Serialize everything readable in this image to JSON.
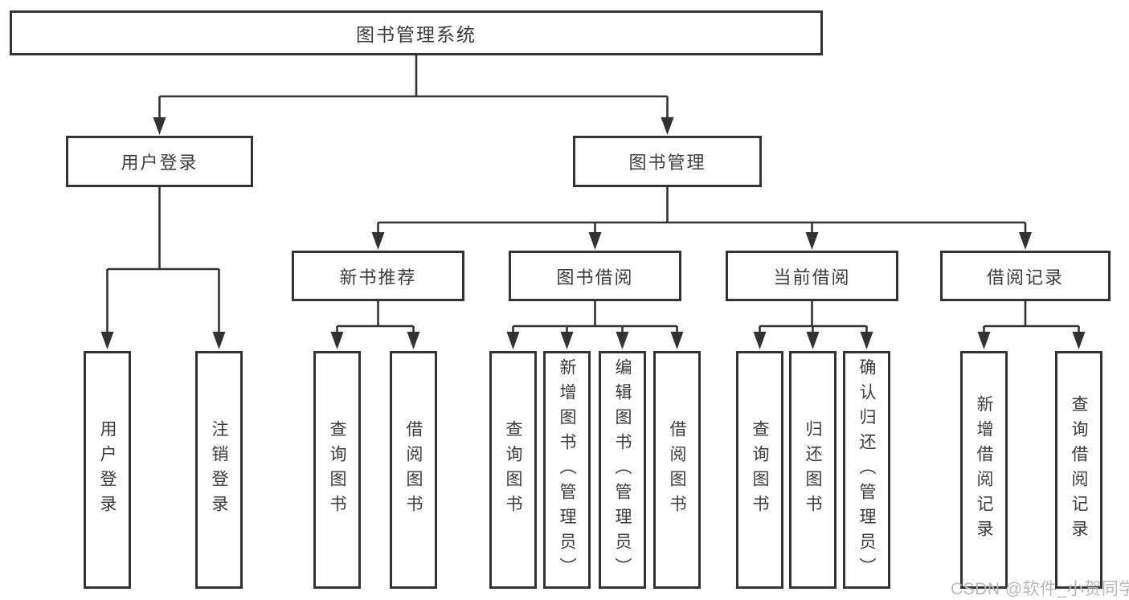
{
  "colors": {
    "line": "#333333",
    "box_border": "#333333",
    "text": "#3b3b3b",
    "background": "#ffffff",
    "watermark_text": "#b9b9b9"
  },
  "watermark": {
    "text": "CSDN @软件_小贺同学"
  },
  "diagram": {
    "root": {
      "label": "图书管理系统"
    },
    "level1": [
      {
        "label": "用户登录"
      },
      {
        "label": "图书管理"
      }
    ],
    "level2": [
      {
        "label": "新书推荐"
      },
      {
        "label": "图书借阅"
      },
      {
        "label": "当前借阅"
      },
      {
        "label": "借阅记录"
      }
    ],
    "leaves": {
      "user_login": [
        {
          "label": "用户登录"
        },
        {
          "label": "注销登录"
        }
      ],
      "new_books": [
        {
          "label": "查询图书"
        },
        {
          "label": "借阅图书"
        }
      ],
      "book_borrow": [
        {
          "label": "查询图书"
        },
        {
          "label": "新增图书（管理员）"
        },
        {
          "label": "编辑图书（管理员）"
        },
        {
          "label": "借阅图书"
        }
      ],
      "current_borrow": [
        {
          "label": "查询图书"
        },
        {
          "label": "归还图书"
        },
        {
          "label": "确认归还（管理员）"
        }
      ],
      "borrow_records": [
        {
          "label": "新增借阅记录"
        },
        {
          "label": "查询借阅记录"
        }
      ]
    }
  }
}
